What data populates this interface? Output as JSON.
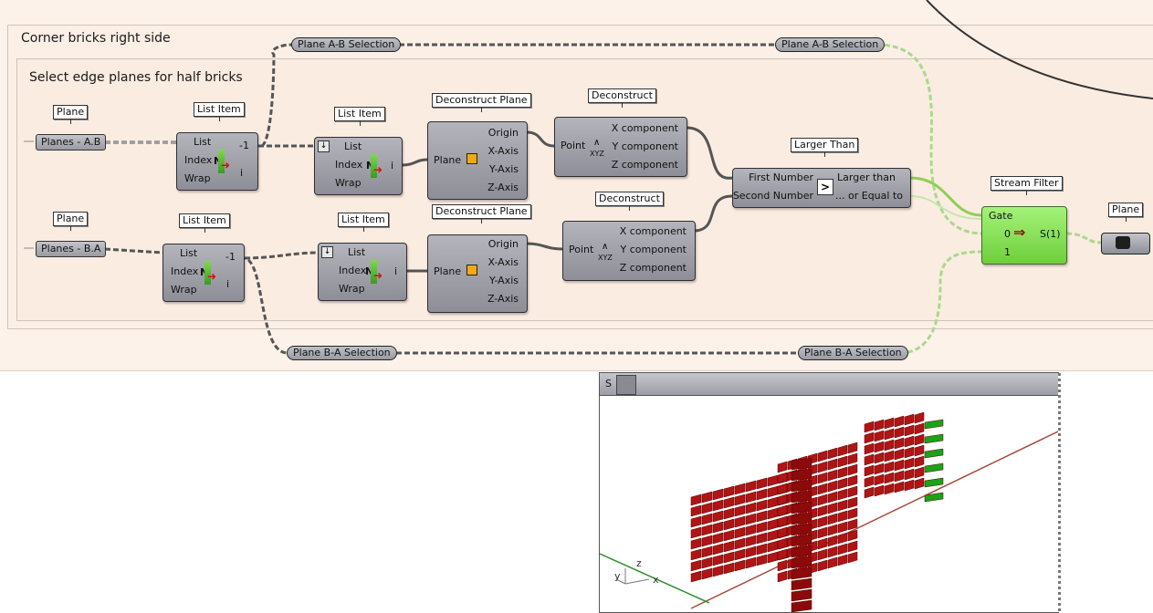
{
  "groups": {
    "outer_title": "Corner bricks right side",
    "inner_title": "Select edge planes for half bricks"
  },
  "params": {
    "planes_ab": "Planes - A.B",
    "planes_ba": "Planes - B.A"
  },
  "tags": {
    "plane1": "Plane",
    "plane2": "Plane",
    "plane3": "Plane",
    "list_item_1": "List Item",
    "list_item_2": "List Item",
    "list_item_3": "List Item",
    "list_item_4": "List Item",
    "dec_plane_1": "Deconstruct Plane",
    "dec_plane_2": "Deconstruct Plane",
    "deconstruct_1": "Deconstruct",
    "deconstruct_2": "Deconstruct",
    "larger_than": "Larger Than",
    "stream_filter": "Stream Filter"
  },
  "relays": {
    "ab_left": "Plane A-B Selection",
    "ab_right": "Plane A-B Selection",
    "ba_left": "Plane B-A Selection",
    "ba_right": "Plane B-A Selection"
  },
  "list_item": {
    "in_list": "List",
    "in_index": "Index",
    "in_wrap": "Wrap",
    "out_item": "i",
    "out_neg": "-1",
    "glyph": "N"
  },
  "dec_plane": {
    "in_plane": "Plane",
    "outs": [
      "Origin",
      "X-Axis",
      "Y-Axis",
      "Z-Axis"
    ]
  },
  "deconstruct": {
    "in_point": "Point",
    "glyph": "XYZ",
    "outs": [
      "X component",
      "Y component",
      "Z component"
    ]
  },
  "larger": {
    "in1": "First Number",
    "in2": "Second Number",
    "symbol": ">",
    "out1": "Larger than",
    "out2": "... or Equal to"
  },
  "stream": {
    "gate": "Gate",
    "in0": "0",
    "in1": "1",
    "out": "S(1)"
  },
  "viewer": {
    "label": "S"
  },
  "axes": {
    "x": "x",
    "y": "y",
    "z": "z"
  },
  "colors": {
    "wire": "#5a5a5a",
    "green_wire": "#8fcf55",
    "brick": "#b01414",
    "green_brick": "#19a319",
    "component_green": "#7ddb48"
  }
}
